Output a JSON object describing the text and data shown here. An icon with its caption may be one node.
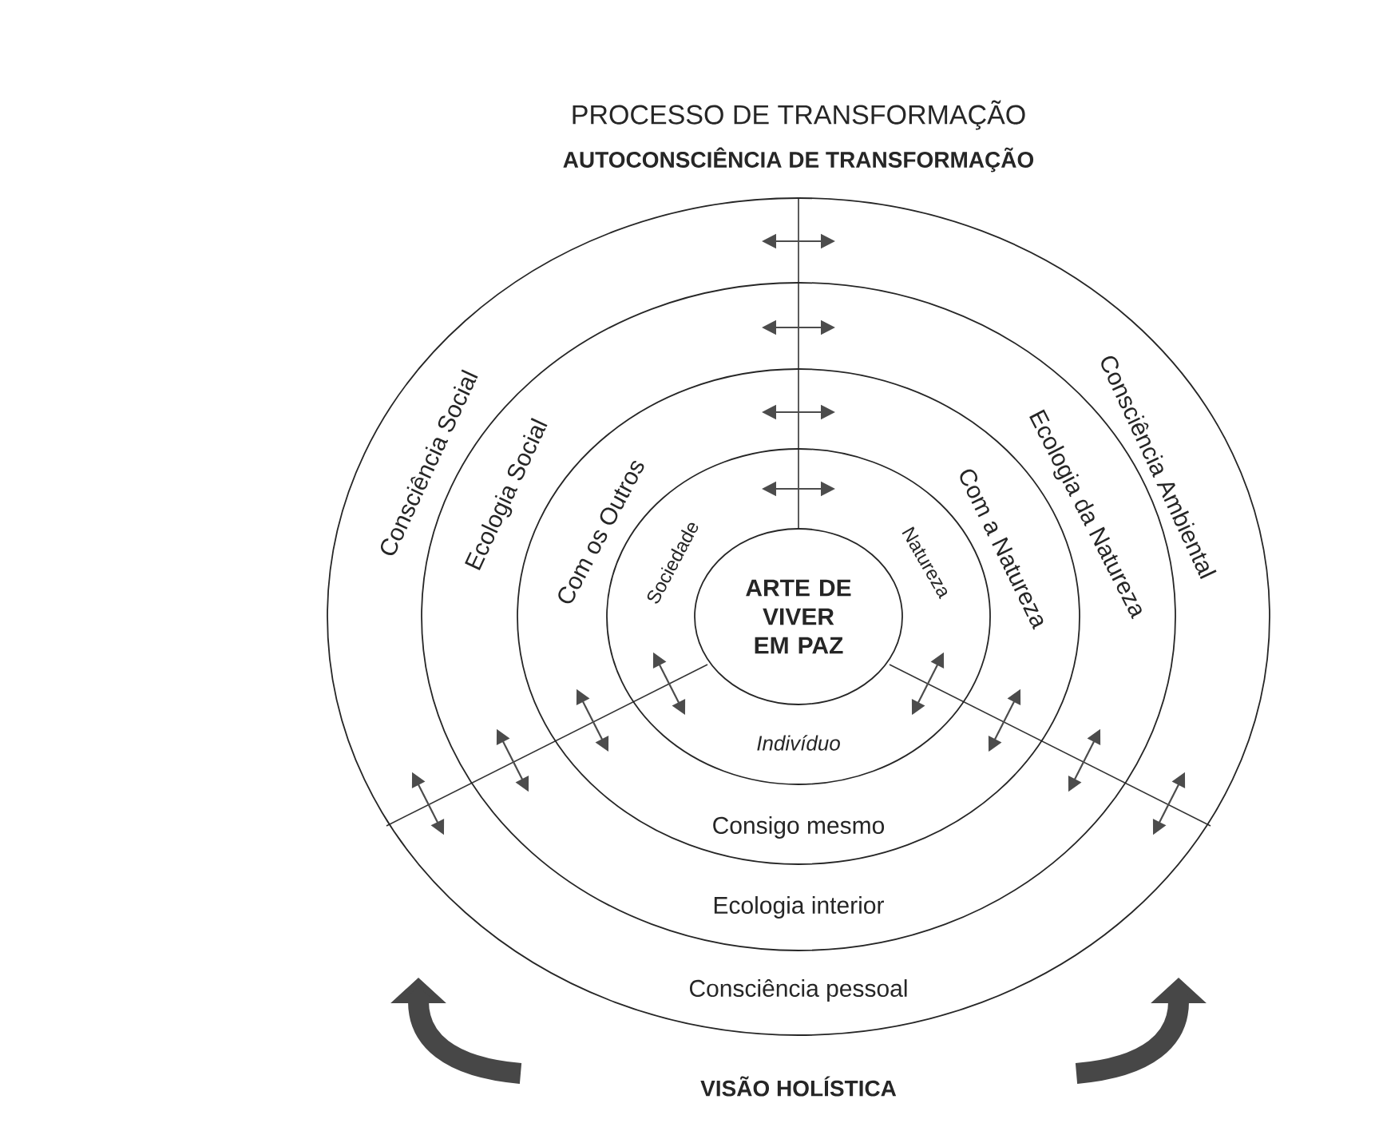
{
  "diagram": {
    "title": "PROCESSO DE TRANSFORMAÇÃO",
    "nodes": [
      {
        "text": [
          "AUTOCONSCIÊNCIA DE TRANSFORMAÇÃO",
          "Consciência Social",
          "Consciência Ambiental",
          "Consciência pessoal"
        ]
      },
      {
        "text": [
          "Ecologia Social",
          "Ecologia da Natureza",
          "Ecologia interior"
        ],
        "in": 0
      },
      {
        "text": [
          "Com os Outros",
          "Com a Natureza",
          "Consigo mesmo"
        ],
        "in": 1
      },
      {
        "text": [
          "Sociedade",
          "Natureza",
          "Indivíduo"
        ],
        "in": 2
      },
      {
        "text": [
          "ARTE DE VIVER EM PAZ"
        ],
        "in": 3
      }
    ],
    "labels": [
      "VISÃO HOLÍSTICA"
    ]
  }
}
